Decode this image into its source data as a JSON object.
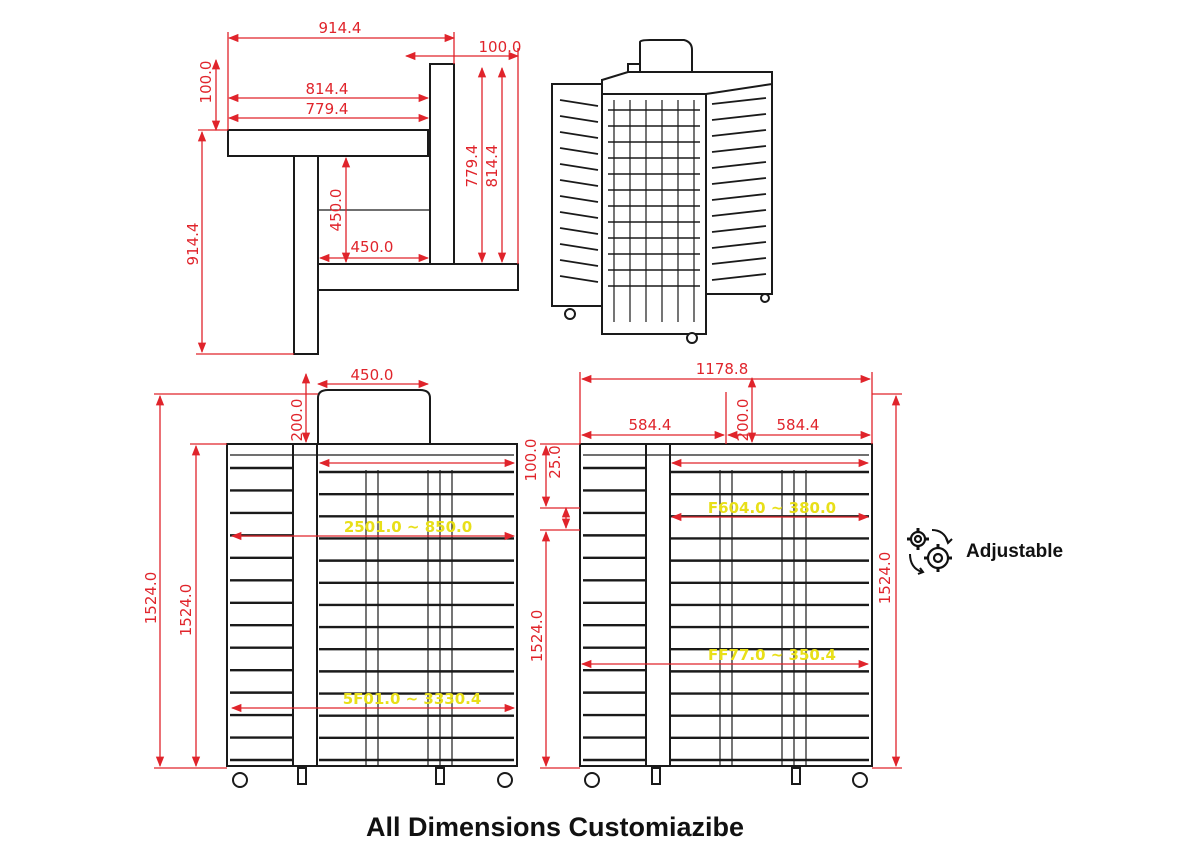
{
  "caption": "All Dimensions Customiazibe",
  "badge": {
    "label": "Adjustable",
    "icon": "gears-icon"
  },
  "colors": {
    "dimension": "#e0242b",
    "highlight": "#e8df18",
    "outline": "#1a1a1a"
  },
  "top_view": {
    "overall_width": "914.4",
    "arm_offset": "100.0",
    "outer_length": "814.4",
    "inner_length": "779.4",
    "top_height": "100.0",
    "left_height": "914.4",
    "right_inner": "779.4",
    "right_outer": "814.4",
    "center_vertical": "450.0",
    "center_horizontal": "450.0"
  },
  "front_left": {
    "header_width": "450.0",
    "header_height": "200.0",
    "overall_height": "1524.0",
    "inner_height": "1524.0",
    "upper_range": "2501.0 ~ 850.0",
    "lower_range": "5F01.0 ~ 3330.4"
  },
  "front_right": {
    "overall_width": "1178.8",
    "left_half": "584.4",
    "right_half": "584.4",
    "header_height": "200.0",
    "top_gap": "100.0",
    "slat_gap": "25.0",
    "left_height": "1524.0",
    "right_height": "1524.0",
    "upper_range": "F604.0 ~ 380.0",
    "lower_range": "FF77.0 ~ 350.4"
  }
}
